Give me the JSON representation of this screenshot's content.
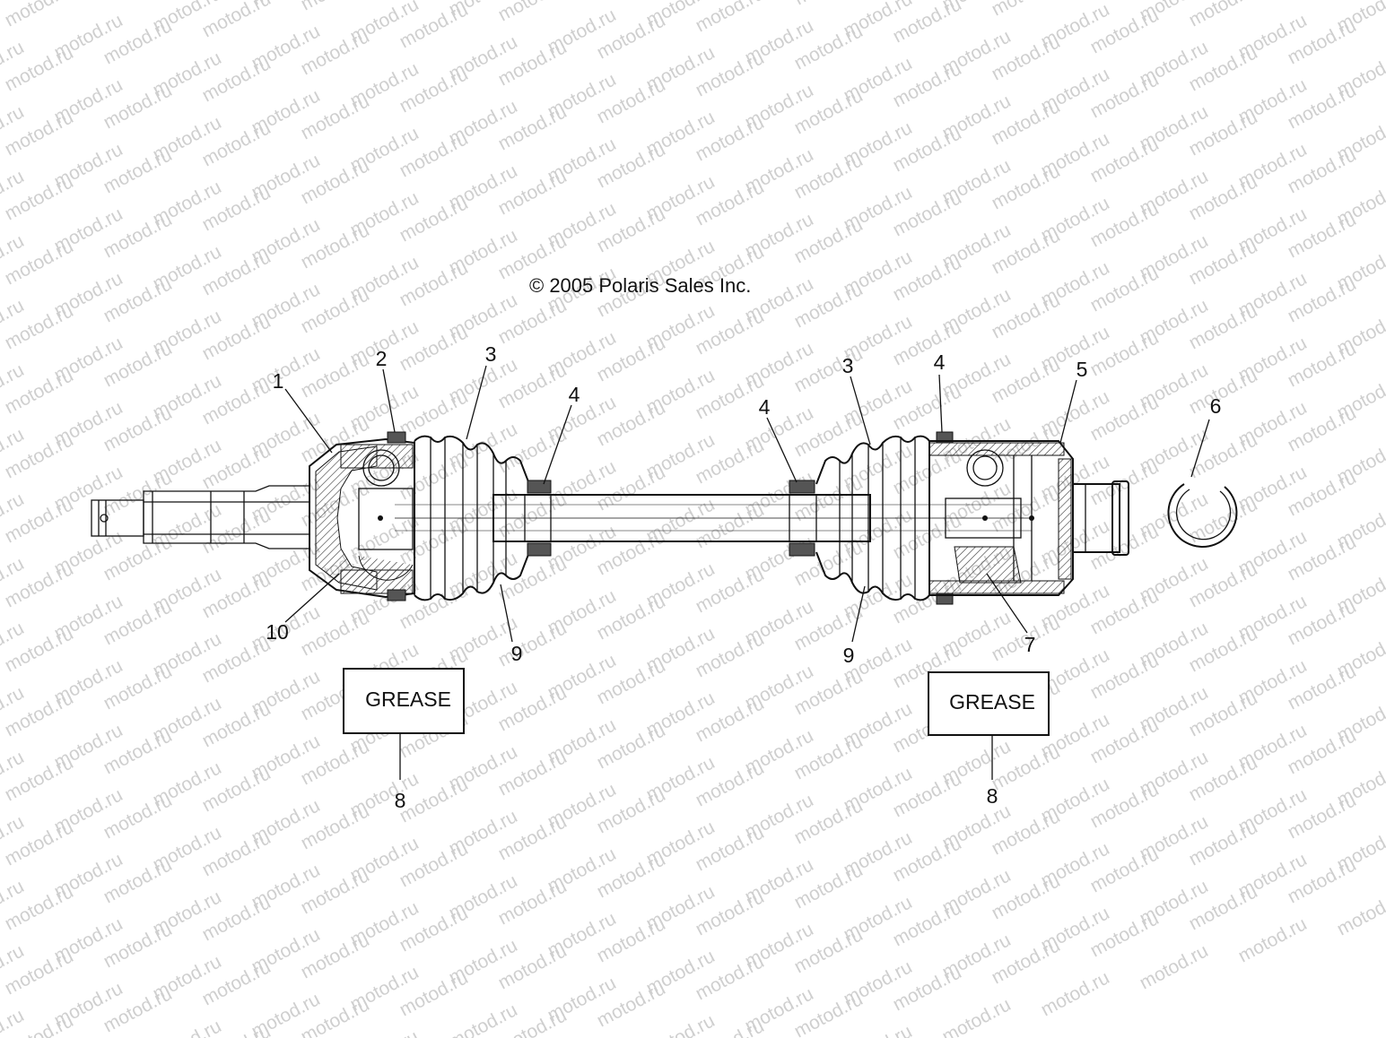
{
  "copyright": "© 2005 Polaris Sales Inc.",
  "watermark": "motod.ru",
  "grease_label": "GREASE",
  "callouts": {
    "c1": "1",
    "c2": "2",
    "c3a": "3",
    "c3b": "3",
    "c4a": "4",
    "c4b": "4",
    "c4c": "4",
    "c5": "5",
    "c6": "6",
    "c7": "7",
    "c8a": "8",
    "c8b": "8",
    "c9a": "9",
    "c9b": "9",
    "c10": "10"
  },
  "colors": {
    "line": "#111111",
    "watermark": "#cfcfcf",
    "background": "#ffffff"
  }
}
